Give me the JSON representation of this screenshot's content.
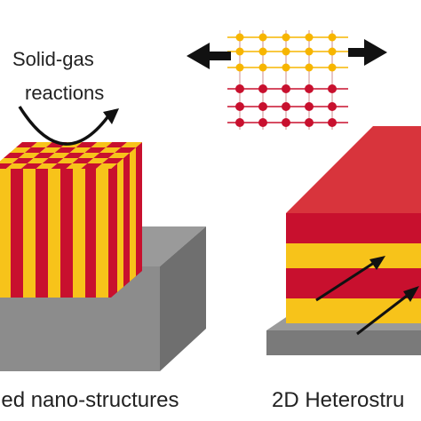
{
  "labels": {
    "solid_gas_line1": "Solid-gas",
    "solid_gas_line2": "reactions",
    "left_caption": "hed nano-structures",
    "right_caption": "2D Heterostru"
  },
  "colors": {
    "red": "#c8102e",
    "yellow": "#f7c31a",
    "gray_top": "#9a9a9a",
    "gray_side": "#6f6f6f",
    "arrow": "#111111",
    "lattice_yellow_atom": "#f7b500",
    "lattice_red_atom": "#c8102e"
  },
  "icons": {
    "reaction_arrow": "curved-arrow-icon",
    "lattice_arrows": "double-arrow-icon"
  }
}
